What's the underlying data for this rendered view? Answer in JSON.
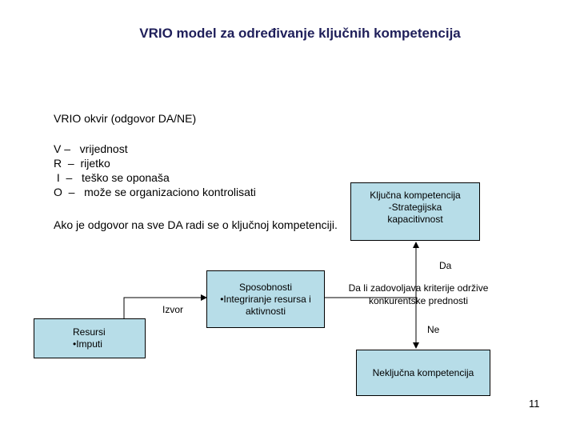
{
  "title": "VRIO model za određivanje ključnih kompetencija",
  "framework_label": "VRIO  okvir (odgovor DA/NE)",
  "vrio_items": [
    "V –   vrijednost",
    "R  –  rijetko",
    " I  –   teško se oponaša",
    "O  –   može se organizaciono kontrolisati"
  ],
  "note": "Ako je odgovor na sve DA radi se o ključnoj kompetenciji.",
  "boxes": {
    "kljucna": [
      "Ključna kompetencija",
      "-Strategijska",
      "kapacitivnost"
    ],
    "sposobnosti": [
      "Sposobnosti",
      "•Integriranje resursa i",
      "aktivnosti"
    ],
    "resursi": [
      "Resursi",
      "•Imputi"
    ],
    "nekljucna": [
      "Neključna kompetencija"
    ]
  },
  "labels": {
    "izvor": "Izvor",
    "da": "Da",
    "ne": "Ne",
    "question": "Da li zadovoljava kriterije održive konkurentske prednosti"
  },
  "page_number": "11",
  "colors": {
    "box_fill": "#b7dde8",
    "title": "#1f1f5a"
  }
}
